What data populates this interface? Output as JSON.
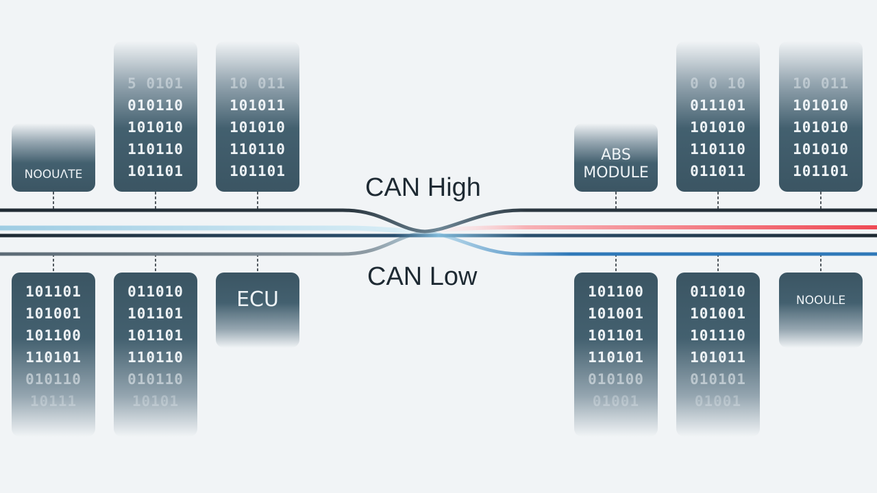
{
  "bus": {
    "high_label": "CAN High",
    "low_label": "CAN Low",
    "colors": {
      "wire_dark": "#1f2a33",
      "wire_gray": "#5b6a75",
      "wire_light_blue": "#9fcde3",
      "wire_blue": "#2f78b8",
      "wire_red": "#ef4a55"
    }
  },
  "nodes_top": [
    {
      "label": "ΝOOUΛΤΕ",
      "bits": []
    },
    {
      "label": "",
      "bits": [
        "5 0101",
        "010110",
        "101010",
        "110110",
        "101101"
      ]
    },
    {
      "label": "",
      "bits": [
        "10 011",
        "101011",
        "101010",
        "110110",
        "101101"
      ]
    },
    {
      "label": "ABS\nMODULE",
      "bits": []
    },
    {
      "label": "",
      "bits": [
        "0 0 10",
        "011101",
        "101010",
        "110110",
        "011011"
      ]
    },
    {
      "label": "",
      "bits": [
        "10 011",
        "101010",
        "101010",
        "101010",
        "101101"
      ]
    }
  ],
  "nodes_bottom": [
    {
      "label": "",
      "bits": [
        "101101",
        "101001",
        "101100",
        "110101",
        "010110",
        "10111"
      ]
    },
    {
      "label": "",
      "bits": [
        "011010",
        "101101",
        "101101",
        "110110",
        "010110",
        "10101"
      ]
    },
    {
      "label": "ECU",
      "bits": []
    },
    {
      "label": "",
      "bits": [
        "101100",
        "101001",
        "101101",
        "110101",
        "010100",
        "01001"
      ]
    },
    {
      "label": "",
      "bits": [
        "011010",
        "101001",
        "101110",
        "101011",
        "010101",
        "01001"
      ]
    },
    {
      "label": "NOOULE",
      "bits": []
    }
  ]
}
